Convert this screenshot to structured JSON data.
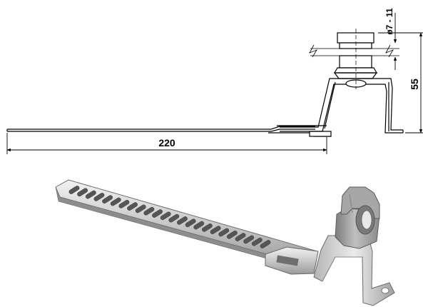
{
  "drawing": {
    "dimensions": {
      "length": "220",
      "height": "55",
      "diameter": "ø7 - 11"
    }
  }
}
